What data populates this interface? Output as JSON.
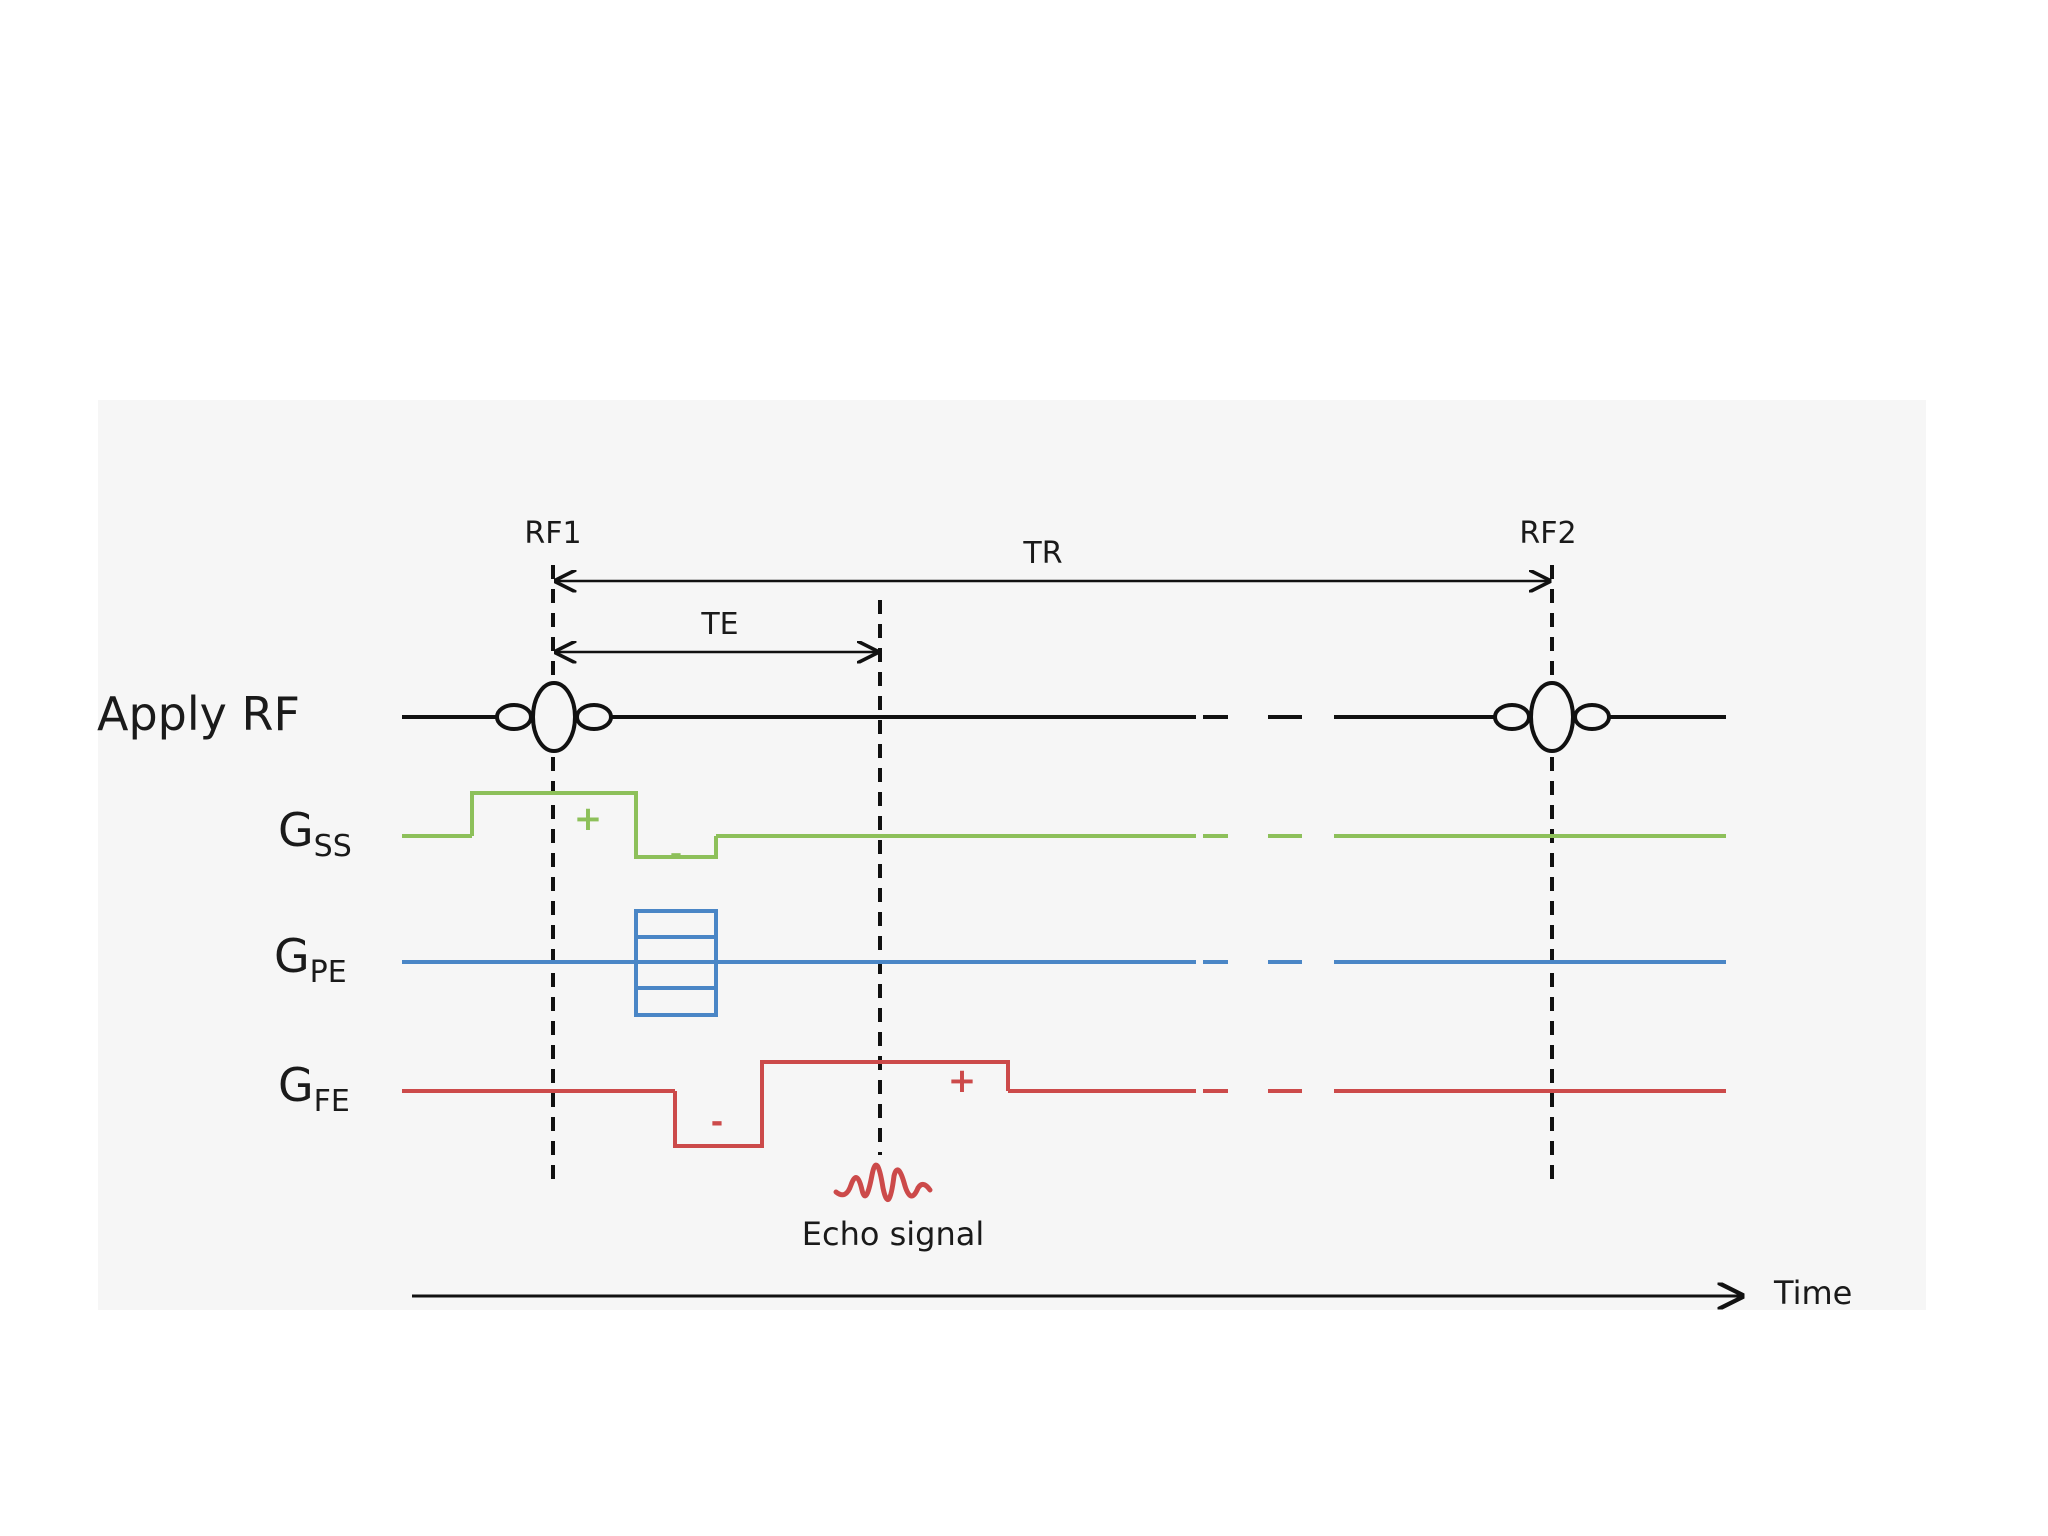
{
  "markers": {
    "rf1": "RF1",
    "rf2": "RF2",
    "tr": "TR",
    "te": "TE"
  },
  "rows": {
    "rf": {
      "label": "Apply RF"
    },
    "ss": {
      "main": "G",
      "sub": "SS",
      "plus": "+",
      "minus": "-"
    },
    "pe": {
      "main": "G",
      "sub": "PE"
    },
    "fe": {
      "main": "G",
      "sub": "FE",
      "plus": "+",
      "minus": "-"
    }
  },
  "echo_label": "Echo signal",
  "time_label": "Time",
  "colors": {
    "rf": "#111111",
    "ss": "#8dc05a",
    "pe": "#4a86c6",
    "fe": "#cc4a4a",
    "panel": "#f6f6f6"
  }
}
